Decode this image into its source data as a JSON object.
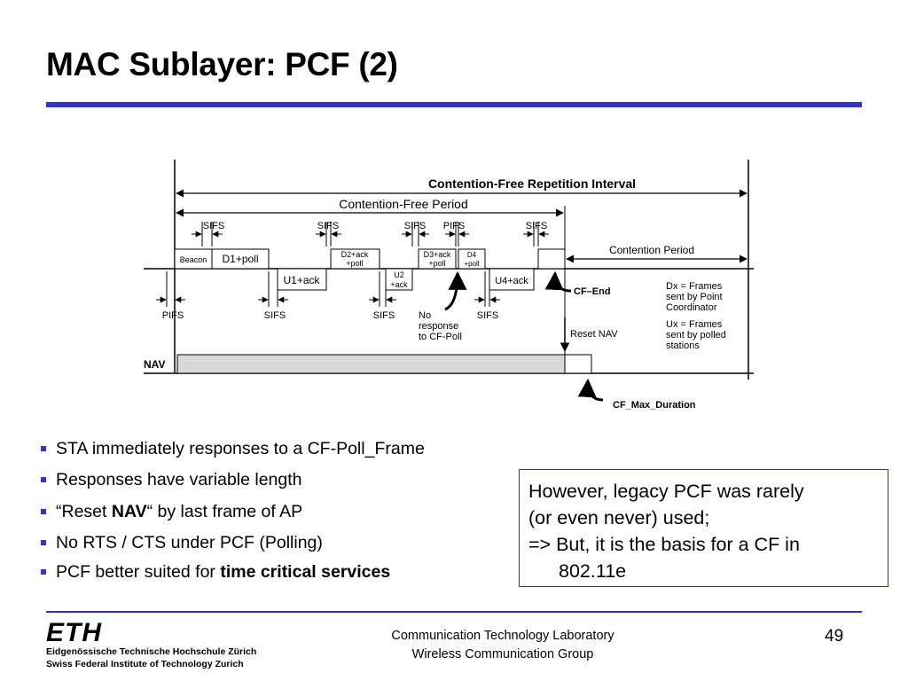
{
  "slide": {
    "title": "MAC Sublayer: PCF (2)",
    "accent_color": "#3333cc"
  },
  "diagram": {
    "cfri_label": "Contention-Free Repetition Interval",
    "cfp_label": "Contention-Free Period",
    "cp_label": "Contention Period",
    "frames": {
      "beacon": "Beacon",
      "d1": "D1+poll",
      "u1": "U1+ack",
      "d2a": "D2+ack",
      "d2b": "+poll",
      "u2a": "U2",
      "u2b": "+ack",
      "d3a": "D3+ack",
      "d3b": "+poll",
      "d4a": "D4",
      "d4b": "+poll",
      "u4": "U4+ack"
    },
    "ifs": {
      "sifs": "SIFS",
      "pifs": "PIFS"
    },
    "no_response": [
      "No",
      "response",
      "to CF-Poll"
    ],
    "cf_end": "CF–End",
    "reset_nav": "Reset NAV",
    "nav": "NAV",
    "cf_max_duration": "CF_Max_Duration",
    "legend_dx": [
      "Dx = Frames",
      "sent by Point",
      "Coordinator"
    ],
    "legend_ux": [
      "Ux = Frames",
      "sent by polled",
      "stations"
    ]
  },
  "bullets": {
    "b1": "STA immediately responses to a CF-Poll_Frame",
    "b2": "Responses have variable length",
    "b3_pre": "“Reset ",
    "b3_bold": "NAV",
    "b3_post": "“ by last frame of AP",
    "b4": "No RTS / CTS under PCF (Polling)",
    "b5_pre": "PCF better suited for ",
    "b5_bold": "time critical services"
  },
  "callout": {
    "line1": "However, legacy PCF was rarely",
    "line2": "(or even never) used;",
    "line3": "=> But, it is the basis for a CF in",
    "line4": "802.11e"
  },
  "footer": {
    "logo_mark": "ETH",
    "logo_line1": "Eidgenössische Technische Hochschule Zürich",
    "logo_line2": "Swiss Federal Institute of Technology Zurich",
    "lab": "Communication Technology Laboratory",
    "group": "Wireless Communication Group",
    "page": "49"
  }
}
